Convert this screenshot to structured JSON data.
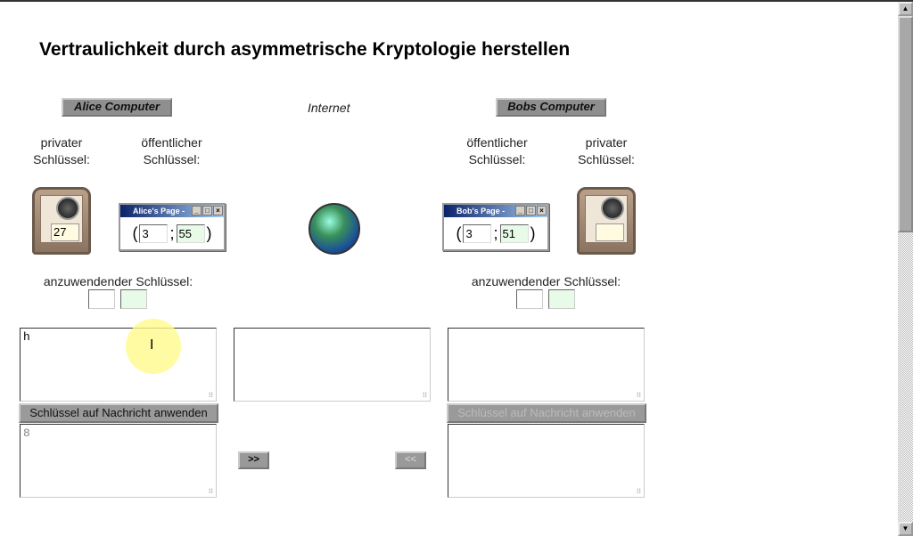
{
  "title": "Vertraulichkeit durch asymmetrische Kryptologie herstellen",
  "alice": {
    "button": "Alice Computer",
    "private_label": "privater Schlüssel:",
    "public_label": "öffentlicher Schlüssel:",
    "private_key": "27",
    "window_title": "Alice's Page -",
    "public_key": [
      "3",
      "55"
    ],
    "apply_key_label": "anzuwendender Schlüssel:",
    "message": "h",
    "apply_button": "Schlüssel auf Nachricht anwenden",
    "result": "8"
  },
  "internet": {
    "label": "Internet",
    "message": "",
    "send_right": ">>",
    "send_left": "<<"
  },
  "bob": {
    "button": "Bobs Computer",
    "private_label": "privater Schlüssel:",
    "public_label": "öffentlicher Schlüssel:",
    "private_key": "",
    "window_title": "Bob's Page -",
    "public_key": [
      "3",
      "51"
    ],
    "apply_key_label": "anzuwendender Schlüssel:",
    "message": "",
    "apply_button": "Schlüssel auf Nachricht anwenden",
    "result": ""
  },
  "icons": {
    "safe": "safe-icon",
    "globe": "globe-icon"
  },
  "colors": {
    "public_modulus_field": "#e8fbe8",
    "private_key_field": "#fffbe0"
  }
}
